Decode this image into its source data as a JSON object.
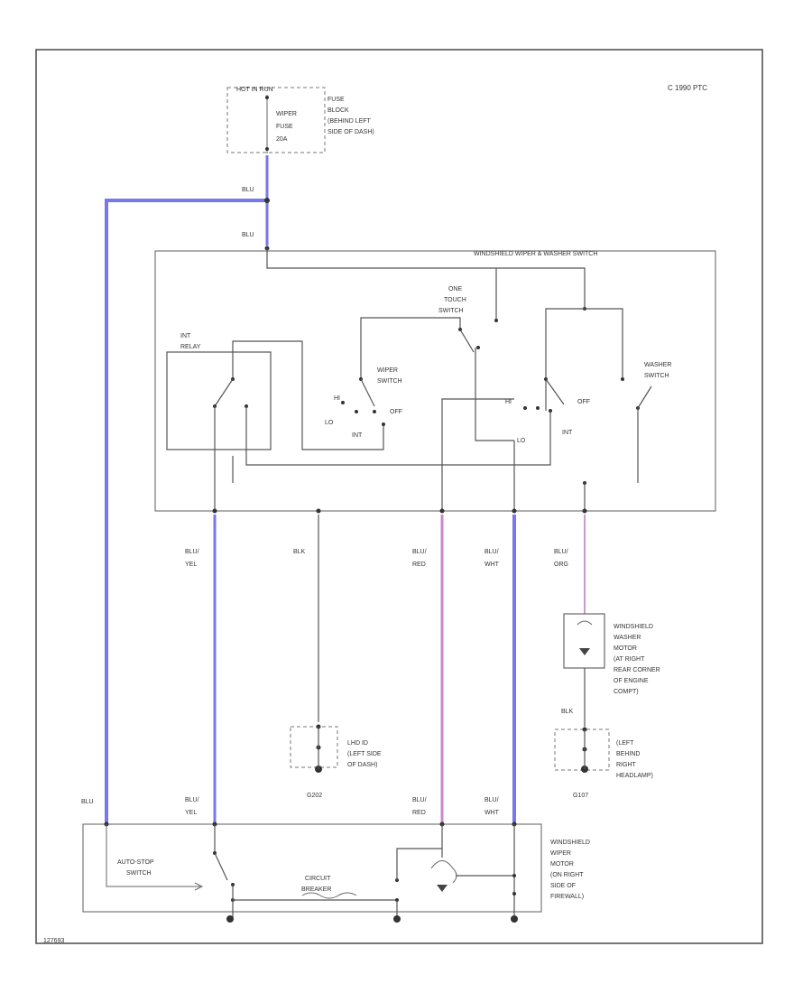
{
  "colors": {
    "blu": "#7777ee",
    "red_wire": "#cc88cc",
    "org_wire": "#cc99cc",
    "ground": "#333333",
    "frame": "#555555"
  },
  "header": {
    "code": "C 1990 PTC"
  },
  "fuse": {
    "hot_label": "HOT IN RUN",
    "inner_label": [
      "WIPER",
      "FUSE",
      "20A"
    ],
    "block_label": [
      "FUSE",
      "BLOCK",
      "(BEHIND LEFT",
      "SIDE OF DASH)"
    ]
  },
  "wires": {
    "blu_top1": "BLU",
    "blu_top2": "BLU",
    "blu_yel": [
      "BLU/",
      "YEL"
    ],
    "blk": "BLK",
    "blu_red": [
      "BLU/",
      "RED"
    ],
    "blu_wht": [
      "BLU/",
      "WHT"
    ],
    "blu_org": [
      "BLU/",
      "ORG"
    ],
    "blk_right": "BLK",
    "blu_bottom": "BLU",
    "blu_yel_bottom": [
      "BLU/",
      "YEL"
    ],
    "blu_red_bottom": [
      "BLU/",
      "RED"
    ],
    "blu_wht_bottom": [
      "BLU/",
      "WHT"
    ]
  },
  "switch": {
    "title": "WINDSHIELD WIPER & WASHER SWITCH",
    "int_relay": [
      "INT",
      "RELAY"
    ],
    "one_touch": [
      "ONE",
      "TOUCH",
      "SWITCH"
    ],
    "wiper_switch": [
      "WIPER",
      "SWITCH"
    ],
    "washer_switch": [
      "WASHER",
      "SWITCH"
    ],
    "pos_hi": "HI",
    "pos_lo": "LO",
    "pos_int": "INT",
    "pos_off": "OFF",
    "pos_hi2": "HI",
    "pos_lo2": "LO",
    "pos_int2": "INT",
    "pos_off2": "OFF"
  },
  "washer_motor": {
    "label": [
      "WINDSHIELD",
      "WASHER",
      "MOTOR",
      "(AT RIGHT",
      "REAR CORNER",
      "OF ENGINE",
      "COMPT)"
    ]
  },
  "grounds": {
    "g202": {
      "label": [
        "LHD ID",
        "(LEFT SIDE",
        "OF DASH)"
      ],
      "code": "G202"
    },
    "g107": {
      "label": [
        "(LEFT",
        "BEHIND",
        "RIGHT",
        "HEADLAMP)"
      ],
      "code": "G107"
    }
  },
  "wiper_motor": {
    "label": [
      "WINDSHIELD",
      "WIPER",
      "MOTOR",
      "(ON RIGHT",
      "SIDE OF",
      "FIREWALL)"
    ],
    "auto_stop": [
      "AUTO-STOP",
      "SWITCH"
    ],
    "circuit_breaker": [
      "CIRCUIT",
      "BREAKER"
    ]
  },
  "footer": {
    "code": "127693"
  }
}
